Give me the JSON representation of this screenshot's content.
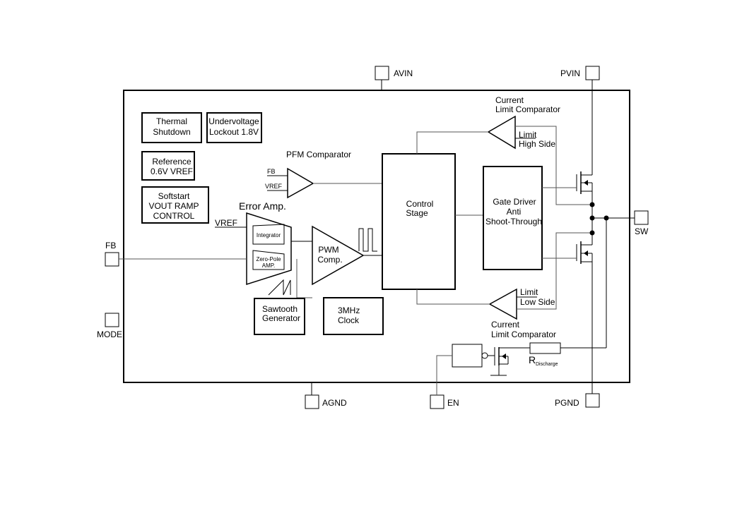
{
  "pins": {
    "avin": "AVIN",
    "pvin": "PVIN",
    "sw": "SW",
    "fb": "FB",
    "mode": "MODE",
    "agnd": "AGND",
    "en": "EN",
    "pgnd": "PGND"
  },
  "blocks": {
    "thermal_shutdown": [
      "Thermal",
      "Shutdown"
    ],
    "undervoltage_lockout": [
      "Undervoltage",
      "Lockout 1.8V"
    ],
    "reference": [
      "Reference",
      "0.6V VREF"
    ],
    "softstart": [
      "Softstart",
      "VOUT RAMP",
      "CONTROL"
    ],
    "control_stage": [
      "Control",
      "Stage"
    ],
    "gate_driver": [
      "Gate Driver",
      "Anti",
      "Shoot-Through"
    ],
    "sawtooth_generator": [
      "Sawtooth",
      "Generator"
    ],
    "clock": [
      "3MHz",
      "Clock"
    ]
  },
  "labels": {
    "pfm_comparator": "PFM Comparator",
    "pfm_fb": "FB",
    "pfm_vref": "VREF",
    "error_amp": "Error Amp.",
    "error_amp_vref": "VREF",
    "integrator": "Integrator",
    "zero_pole": "Zero-Pole",
    "zero_pole_amp": "AMP.",
    "pwm_comp": [
      "PWM",
      "Comp."
    ],
    "current_limit_high_title": [
      "Current",
      "Limit Comparator"
    ],
    "limit_high": [
      "Limit",
      "High Side"
    ],
    "current_limit_low_title": [
      "Current",
      "Limit Comparator"
    ],
    "limit_low": [
      "Limit",
      "Low Side"
    ],
    "r_discharge_main": "R",
    "r_discharge_sub": "Discharge"
  }
}
